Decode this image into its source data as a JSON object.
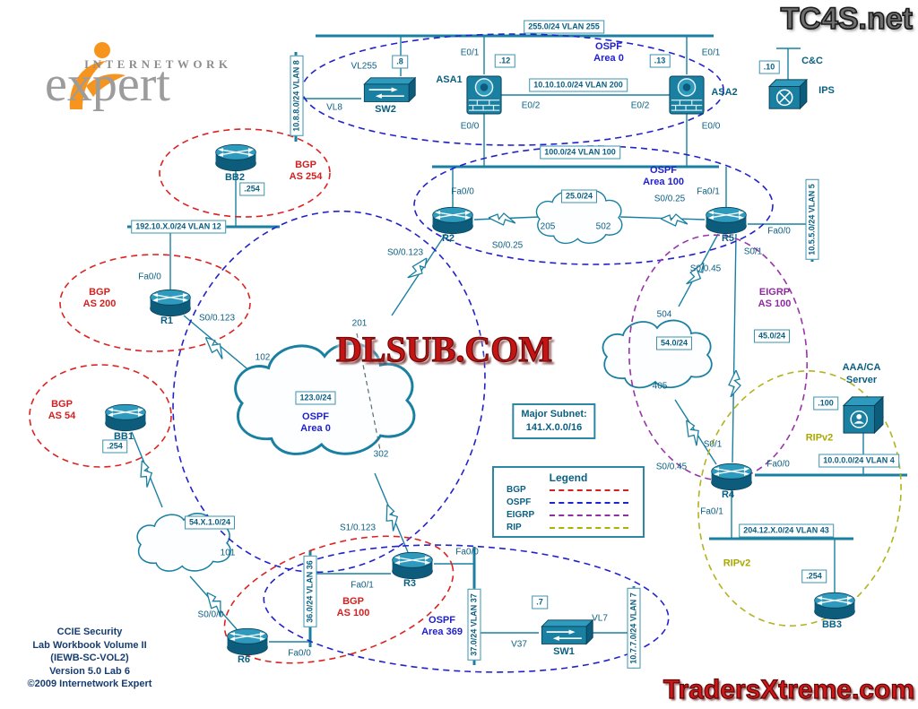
{
  "watermarks": {
    "top_right": "TC4S.net",
    "center": "DLSUB.COM",
    "bottom_right": "TradersXtreme.com"
  },
  "logo": {
    "top": "INTERNETWORK",
    "main": "expert"
  },
  "credits": {
    "l1": "CCIE Security",
    "l2": "Lab Workbook Volume II",
    "l3": "(IEWB-SC-VOL2)",
    "l4": "Version 5.0 Lab 6",
    "l5": "©2009 Internetwork Expert"
  },
  "devices": {
    "sw2": "SW2",
    "sw1": "SW1",
    "asa1": "ASA1",
    "asa2": "ASA2",
    "ips": "IPS",
    "cc": "C&C",
    "r1": "R1",
    "r2": "R2",
    "r3": "R3",
    "r4": "R4",
    "r5": "R5",
    "r6": "R6",
    "bb1": "BB1",
    "bb2": "BB2",
    "bb3": "BB3",
    "server_l1": "AAA/CA",
    "server_l2": "Server"
  },
  "subnets": {
    "vlan255": "255.0/24 VLAN 255",
    "vlan200": "10.10.10.0/24 VLAN 200",
    "vlan100": "100.0/24 VLAN 100",
    "vlan8": "10.8.8.0/24 VLAN 8",
    "vlan5": "10.5.5.0/24 VLAN 5",
    "vlan12": "192.10.X.0/24 VLAN 12",
    "vlan4": "10.0.0.0/24 VLAN 4",
    "vlan43": "204.12.X.0/24 VLAN 43",
    "vlan36": "36.0/24 VLAN 36",
    "vlan37": "37.0/24 VLAN 37",
    "vlan7": "10.7.7.0/24 VLAN 7",
    "net25": "25.0/24",
    "net123": "123.0/24",
    "net54": "54.0/24",
    "net45": "45.0/24",
    "net54x": "54.X.1.0/24",
    "ip8": ".8",
    "ip12": ".12",
    "ip13": ".13",
    "ip10": ".10",
    "ip100": ".100",
    "ip7": ".7",
    "ip254_bb2": ".254",
    "ip254_bb1": ".254",
    "ip254_bb3": ".254"
  },
  "interfaces": {
    "asa1_e01": "E0/1",
    "asa1_e02": "E0/2",
    "asa1_e00": "E0/0",
    "asa2_e01": "E0/1",
    "asa2_e02": "E0/2",
    "asa2_e00": "E0/0",
    "r2_fa00": "Fa0/0",
    "r2_s0025": "S0/0.25",
    "r2_s00123": "S0/0.123",
    "r5_fa01": "Fa0/1",
    "r5_s0025": "S0/0.25",
    "r5_fa00": "Fa0/0",
    "r5_s01": "S0/1",
    "r5_s0045": "S0/0.45",
    "r1_fa00": "Fa0/0",
    "r1_s00123": "S0/0.123",
    "r3_s10123": "S1/0.123",
    "r3_fa00": "Fa0/0",
    "r3_fa01": "Fa0/1",
    "r4_s01": "S0/1",
    "r4_s0045": "S0/0.45",
    "r4_fa00": "Fa0/0",
    "r4_fa01": "Fa0/1",
    "r6_fa00": "Fa0/0",
    "r6_s000": "S0/0/0",
    "sw2_vl255": "VL255",
    "sw2_vl8": "VL8",
    "sw1_v37": "V37",
    "sw1_vl7": "VL7",
    "dlci_205": "205",
    "dlci_502": "502",
    "dlci_504": "504",
    "dlci_405": "405",
    "dlci_201": "201",
    "dlci_102": "102",
    "dlci_302": "302",
    "dlci_101": "101"
  },
  "protocols": {
    "ospf_area0_top_l1": "OSPF",
    "ospf_area0_top_l2": "Area 0",
    "ospf_area100_l1": "OSPF",
    "ospf_area100_l2": "Area 100",
    "ospf_area0_mid_l1": "OSPF",
    "ospf_area0_mid_l2": "Area 0",
    "ospf_area369_l1": "OSPF",
    "ospf_area369_l2": "Area 369",
    "bgp254_l1": "BGP",
    "bgp254_l2": "AS 254",
    "bgp200_l1": "BGP",
    "bgp200_l2": "AS 200",
    "bgp54_l1": "BGP",
    "bgp54_l2": "AS 54",
    "bgp100_l1": "BGP",
    "bgp100_l2": "AS 100",
    "eigrp_l1": "EIGRP",
    "eigrp_l2": "AS 100",
    "ripv2_server": "RIPv2",
    "ripv2_vlan43": "RIPv2"
  },
  "major_subnet": {
    "l1": "Major Subnet:",
    "l2": "141.X.0.0/16"
  },
  "legend": {
    "title": "Legend",
    "entries": [
      {
        "label": "BGP",
        "color": "#d42020"
      },
      {
        "label": "OSPF",
        "color": "#2020d4"
      },
      {
        "label": "EIGRP",
        "color": "#9030a0"
      },
      {
        "label": "RIP",
        "color": "#b0b000"
      }
    ]
  },
  "colors": {
    "device": "#1a80a2",
    "link": "#1a80a2",
    "label_text": "#0a5f82",
    "bgp": "#d42020",
    "ospf": "#1f1fcf",
    "eigrp": "#8d2a9e",
    "rip": "#a8a800"
  }
}
